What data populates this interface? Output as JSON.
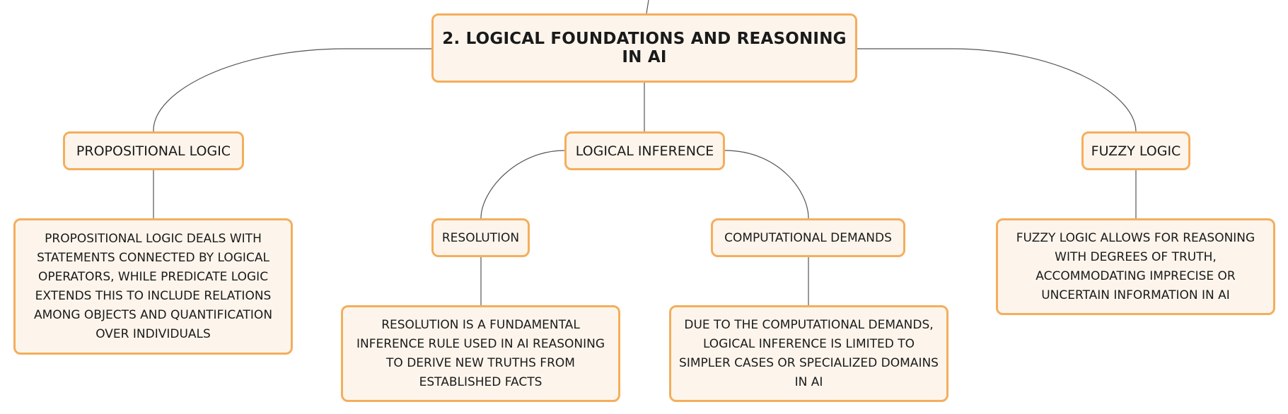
{
  "diagram": {
    "root": {
      "label": "2. LOGICAL FOUNDATIONS AND REASONING IN AI"
    },
    "nodes": {
      "propositional_logic": {
        "label": "PROPOSITIONAL LOGIC",
        "description": "PROPOSITIONAL LOGIC DEALS WITH STATEMENTS CONNECTED BY LOGICAL OPERATORS, WHILE PREDICATE LOGIC EXTENDS THIS TO INCLUDE RELATIONS AMONG OBJECTS AND QUANTIFICATION OVER INDIVIDUALS"
      },
      "logical_inference": {
        "label": "LOGICAL INFERENCE",
        "children": {
          "resolution": {
            "label": "RESOLUTION",
            "description": "RESOLUTION IS A FUNDAMENTAL INFERENCE RULE USED IN AI REASONING TO DERIVE NEW TRUTHS FROM ESTABLISHED FACTS"
          },
          "computational_demands": {
            "label": "COMPUTATIONAL DEMANDS",
            "description": "DUE TO THE COMPUTATIONAL DEMANDS, LOGICAL INFERENCE IS LIMITED TO SIMPLER CASES OR SPECIALIZED DOMAINS IN AI"
          }
        }
      },
      "fuzzy_logic": {
        "label": "FUZZY LOGIC",
        "description": "FUZZY LOGIC ALLOWS FOR REASONING WITH DEGREES OF TRUTH, ACCOMMODATING IMPRECISE OR UNCERTAIN INFORMATION IN AI"
      }
    },
    "colors": {
      "node_fill": "#fdf5ec",
      "node_border": "#f4ae5c",
      "connector": "#555555",
      "text": "#1a1a1a"
    }
  }
}
